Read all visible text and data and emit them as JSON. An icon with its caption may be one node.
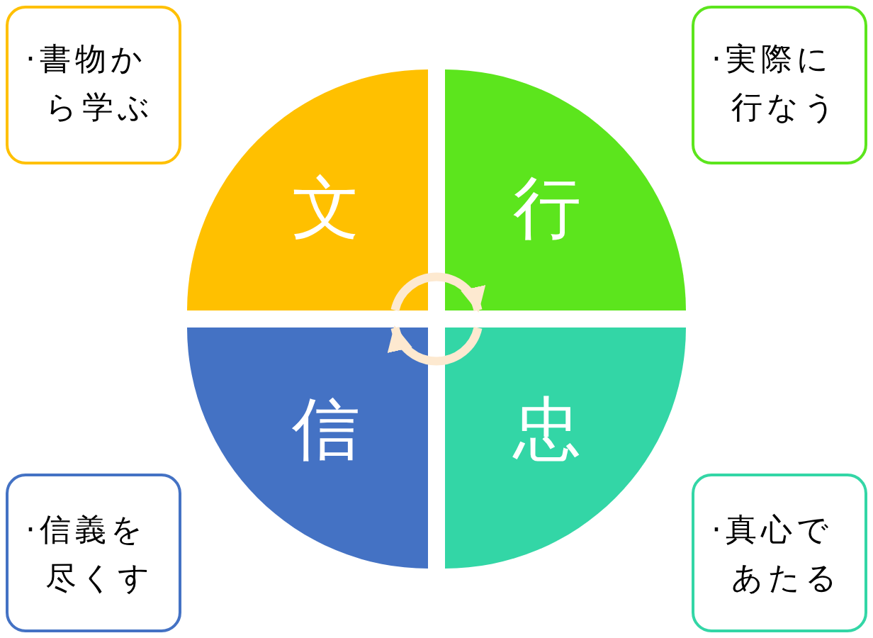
{
  "diagram": {
    "nodes": [
      {
        "text": [
          "·書物から学ぶ"
        ]
      },
      {
        "text": [
          "·実際に行なう"
        ]
      },
      {
        "text": [
          "文"
        ]
      },
      {
        "text": [
          "行"
        ]
      },
      {
        "text": [
          "信"
        ]
      },
      {
        "text": [
          "忠"
        ]
      },
      {
        "text": [
          "·信義を尽くす"
        ]
      },
      {
        "text": [
          "·真心であたる"
        ]
      }
    ],
    "edges": [
      {
        "from": 2,
        "to": 3,
        "arrow": "to"
      },
      {
        "from": 5,
        "to": 4,
        "arrow": "to"
      }
    ]
  }
}
